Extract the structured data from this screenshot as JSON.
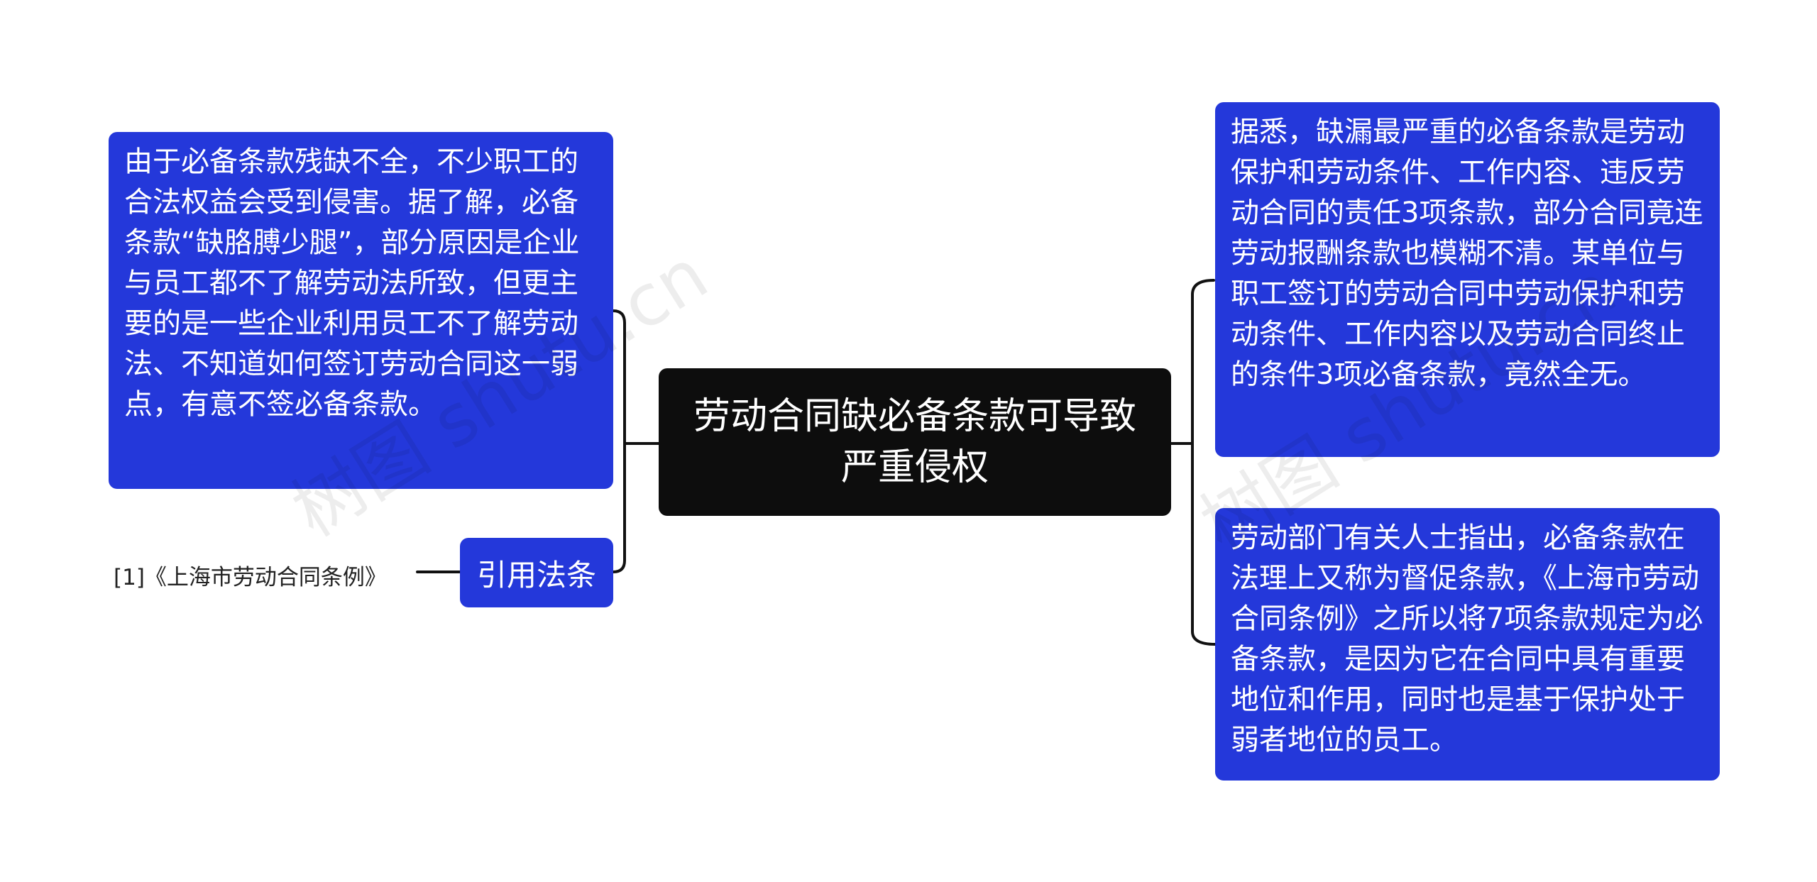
{
  "central_topic": "劳动合同缺必备条款可导致严重侵权",
  "left_branches": {
    "detail_text": "由于必备条款残缺不全，不少职工的合法权益会受到侵害。据了解，必备条款“缺胳膊少腿”，部分原因是企业与员工都不了解劳动法所致，但更主要的是一些企业利用员工不了解劳动法、不知道如何签订劳动合同这一弱点，有意不签必备条款。",
    "citation_label": "引用法条",
    "citation_item": "[1]《上海市劳动合同条例》"
  },
  "right_branches": {
    "detail_1": "据悉，缺漏最严重的必备条款是劳动保护和劳动条件、工作内容、违反劳动合同的责任3项条款，部分合同竟连劳动报酬条款也模糊不清。某单位与职工签订的劳动合同中劳动保护和劳动条件、工作内容以及劳动合同终止的条件3项必备条款，竟然全无。",
    "detail_2": "劳动部门有关人士指出，必备条款在法理上又称为督促条款，《上海市劳动合同条例》之所以将7项条款规定为必备条款，是因为它在合同中具有重要地位和作用，同时也是基于保护处于弱者地位的员工。"
  },
  "watermark": [
    "树图 shutu.cn",
    "树图 shutu.cn"
  ],
  "colors": {
    "root_fill": "#0d0d0d",
    "branch_fill": "#2438da",
    "connector": "#111111"
  }
}
